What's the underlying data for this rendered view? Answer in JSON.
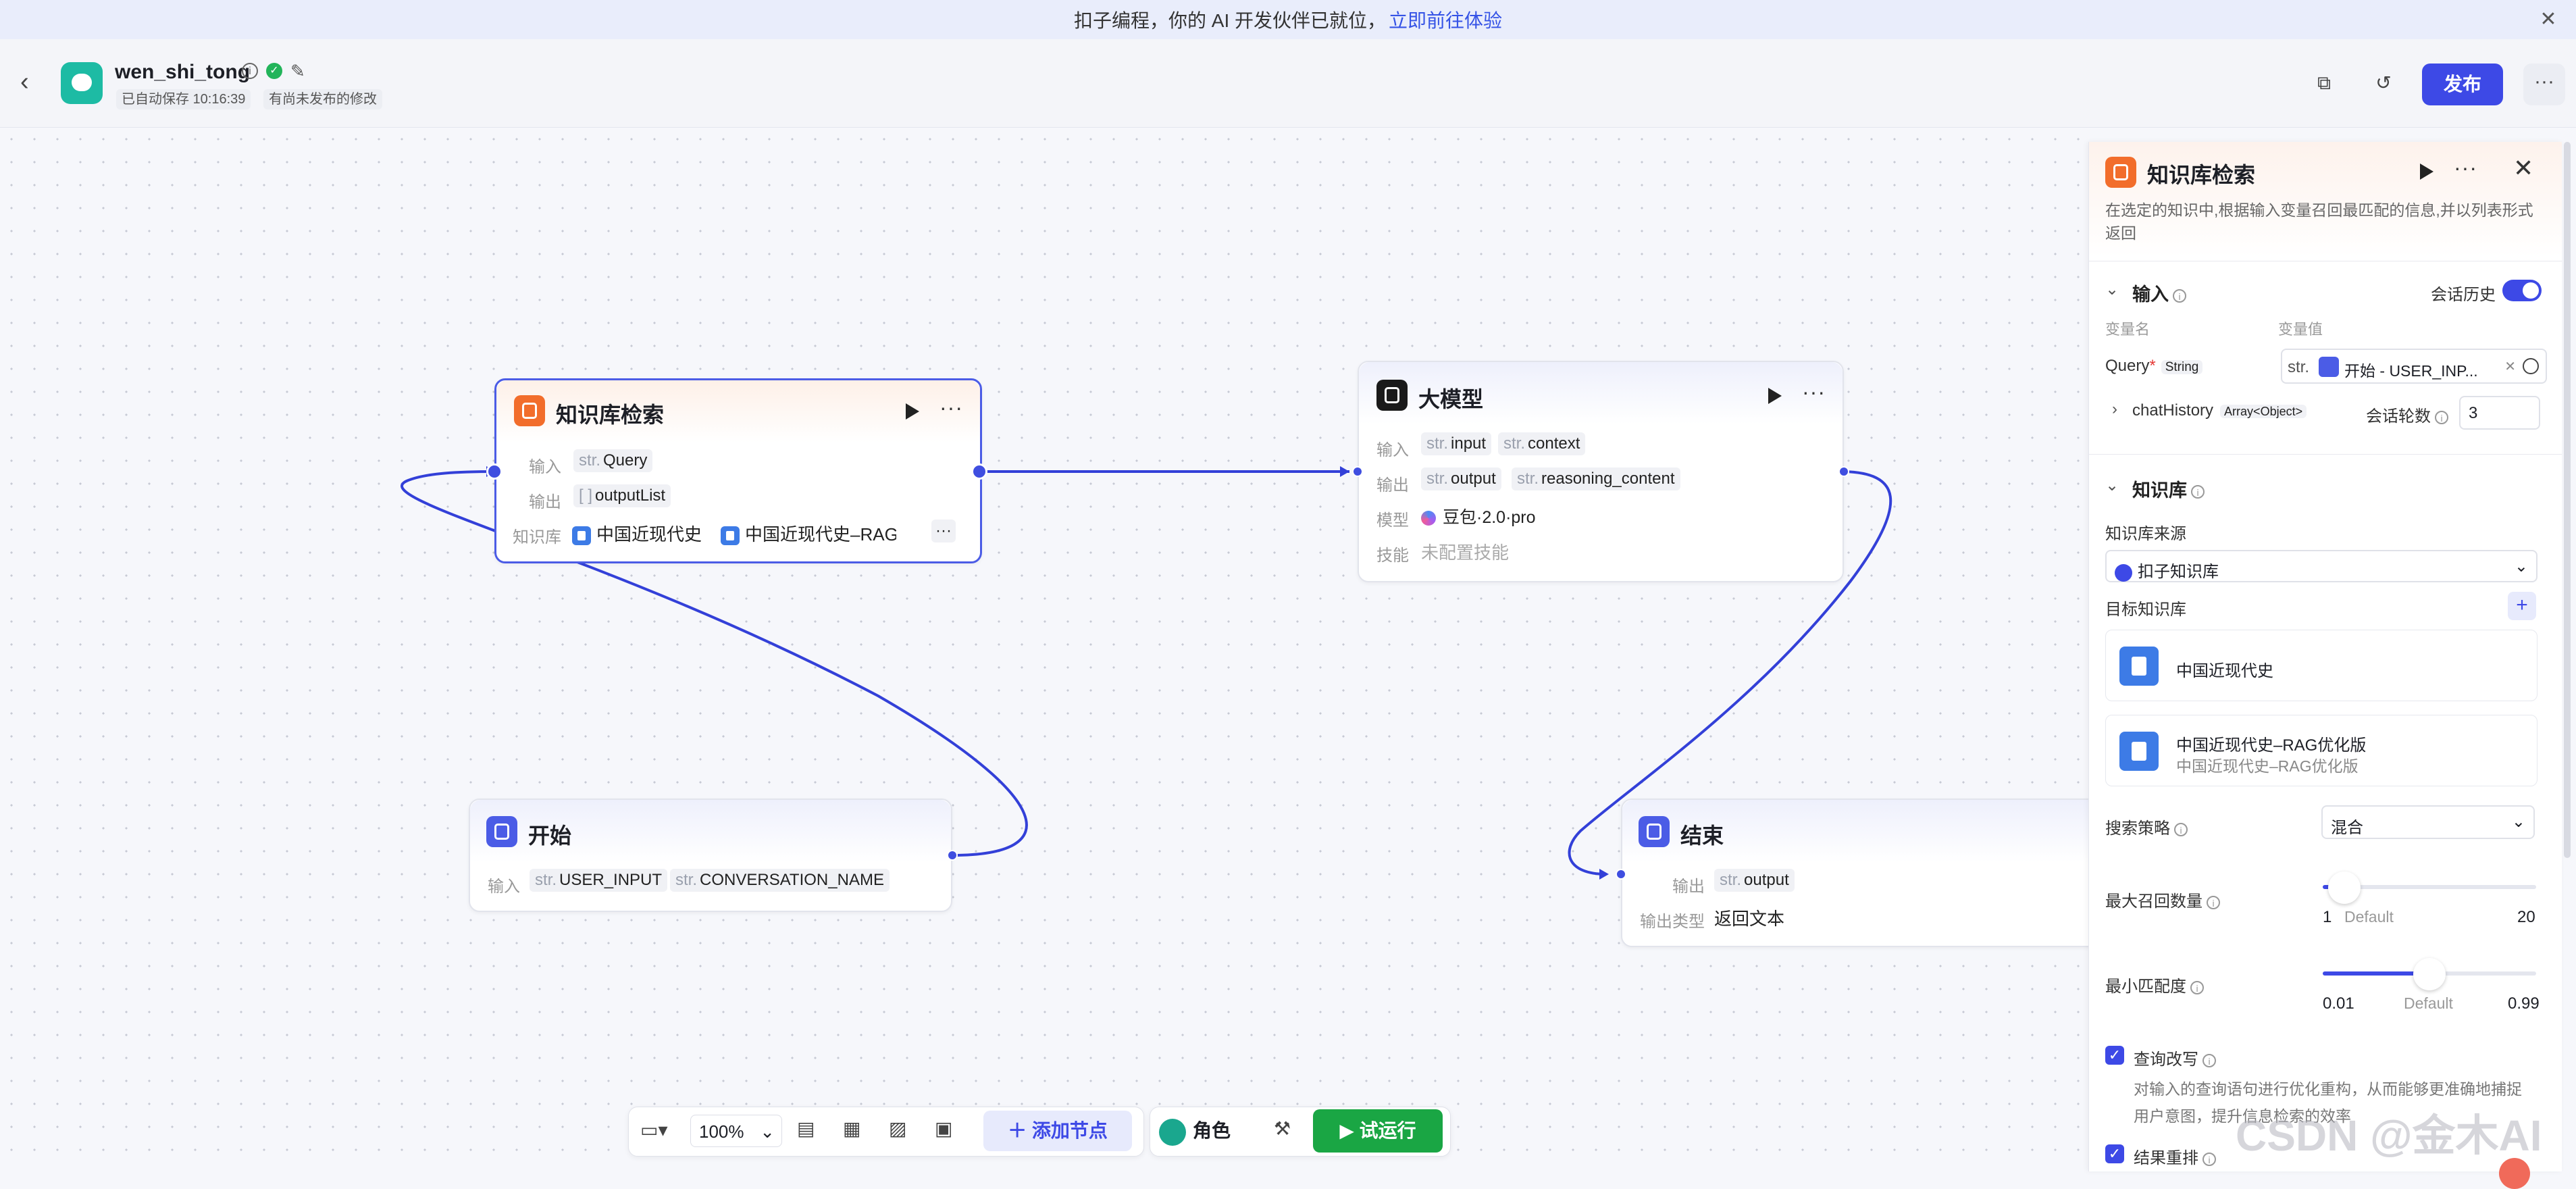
{
  "banner": {
    "text": "扣子编程，你的 AI 开发伙伴已就位，",
    "link": "立即前往体验",
    "close": "✕"
  },
  "header": {
    "back": "‹",
    "app_name": "wen_shi_tong",
    "autosave": "已自动保存 10:16:39",
    "unpublished": "有尚未发布的修改",
    "publish_label": "发布",
    "more": "···"
  },
  "nodes": {
    "kb": {
      "title": "知识库检索",
      "input_label": "输入",
      "input_type": "str.",
      "input_name": "Query",
      "output_label": "输出",
      "output_type": "[ ]",
      "output_name": "outputList",
      "kb_label": "知识库",
      "kb_item1": "中国近现代史",
      "kb_item2": "中国近现代史–RAG"
    },
    "llm": {
      "title": "大模型",
      "input_label": "输入",
      "in1_type": "str.",
      "in1_name": "input",
      "in2_type": "str.",
      "in2_name": "context",
      "output_label": "输出",
      "out1_type": "str.",
      "out1_name": "output",
      "out2_type": "str.",
      "out2_name": "reasoning_content",
      "model_label": "模型",
      "model_name": "豆包·2.0·pro",
      "skill_label": "技能",
      "skill_value": "未配置技能"
    },
    "start": {
      "title": "开始",
      "input_label": "输入",
      "in1_type": "str.",
      "in1_name": "USER_INPUT",
      "in2_type": "str.",
      "in2_name": "CONVERSATION_NAME"
    },
    "end": {
      "title": "结束",
      "output_label": "输出",
      "out_type": "str.",
      "out_name": "output",
      "type_label": "输出类型",
      "type_value": "返回文本"
    }
  },
  "toolbar": {
    "zoom": "100%",
    "add_node": "＋ 添加节点",
    "role": "角色",
    "trial_run": "试运行"
  },
  "panel": {
    "title": "知识库检索",
    "desc": "在选定的知识中,根据输入变量召回最匹配的信息,并以列表形式返回",
    "input_section": "输入",
    "history_label": "会话历史",
    "var_name_header": "变量名",
    "var_value_header": "变量值",
    "query_name": "Query",
    "query_required": "*",
    "query_type": "String",
    "query_value_prefix": "str.",
    "query_value": "开始 - USER_INP...",
    "chat_history_name": "chatHistory",
    "chat_history_type": "Array<Object>",
    "rounds_label": "会话轮数",
    "rounds_value": "3",
    "kb_section": "知识库",
    "kb_source_label": "知识库来源",
    "kb_source_value": "扣子知识库",
    "target_kb_label": "目标知识库",
    "kb_card1_title": "中国近现代史",
    "kb_card2_title": "中国近现代史–RAG优化版",
    "kb_card2_sub": "中国近现代史–RAG优化版",
    "strategy_label": "搜索策略",
    "strategy_value": "混合",
    "max_recall_label": "最大召回数量",
    "max_recall_min": "1",
    "max_recall_default": "Default",
    "max_recall_max": "20",
    "max_recall_fraction": 0.1,
    "min_match_label": "最小匹配度",
    "min_match_min": "0.01",
    "min_match_default": "Default",
    "min_match_max": "0.99",
    "min_match_fraction": 0.5,
    "rewrite_label": "查询改写",
    "rewrite_desc": "对输入的查询语句进行优化重构，从而能够更准确地捕捉用户意图，提升信息检索的效率",
    "rerank_label": "结果重排"
  },
  "watermark": "CSDN @金木AI"
}
